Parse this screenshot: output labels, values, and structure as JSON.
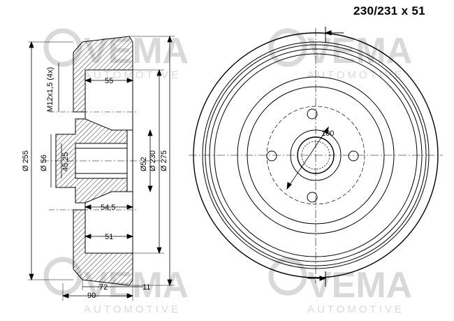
{
  "title": "230/231 x 51",
  "watermark": {
    "brand": "VEMA",
    "sub": "AUTOMOTIVE",
    "color": "#d9d9d9"
  },
  "colors": {
    "line": "#000000",
    "hatch": "#000000"
  },
  "section_view": {
    "thread_label": "M12x1,5 (4x)",
    "diameters": {
      "d255": "Ø 255",
      "d56": "Ø 56",
      "d45": "45,25",
      "d52": "Ø52",
      "d230": "Ø 230",
      "d275": "Ø 275"
    },
    "lengths": {
      "l55": "55",
      "l545": "54,5",
      "l51": "51",
      "l72": "72",
      "l90": "90",
      "l11": "11"
    }
  },
  "front_view": {
    "pcd_label": "100"
  }
}
